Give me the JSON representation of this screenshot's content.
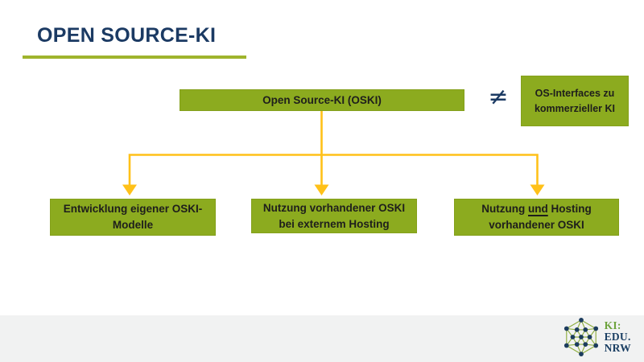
{
  "slide": {
    "title": "OPEN SOURCE-KI"
  },
  "colors": {
    "title_navy": "#1b3a63",
    "box_green": "#8cab1f",
    "underline_green": "#9fb42c",
    "arrow_gold": "#ffc119",
    "box_text": "#1e1e1c",
    "footer_bg": "#f1f2f2",
    "logo_green": "#6da33c",
    "logo_navy": "#1b3f63"
  },
  "diagram": {
    "root_box": {
      "label": "Open Source-KI (OSKI)"
    },
    "not_equal": "≠",
    "side_box": {
      "line1": "OS-Interfaces zu",
      "line2": "kommerzieller KI"
    },
    "children": [
      {
        "line1": "Entwicklung eigener OSKI-",
        "line2": "Modelle"
      },
      {
        "line1": "Nutzung vorhandener OSKI",
        "line2": "bei externem Hosting"
      },
      {
        "line1_pre": "Nutzung",
        "line1_underlined": "und",
        "line1_post": "Hosting",
        "line2": "vorhandener OSKI"
      }
    ]
  },
  "footer": {
    "logo": {
      "icon": "network-graph-icon",
      "line1": "KI:",
      "line2": "EDU.",
      "line3": "NRW"
    }
  }
}
